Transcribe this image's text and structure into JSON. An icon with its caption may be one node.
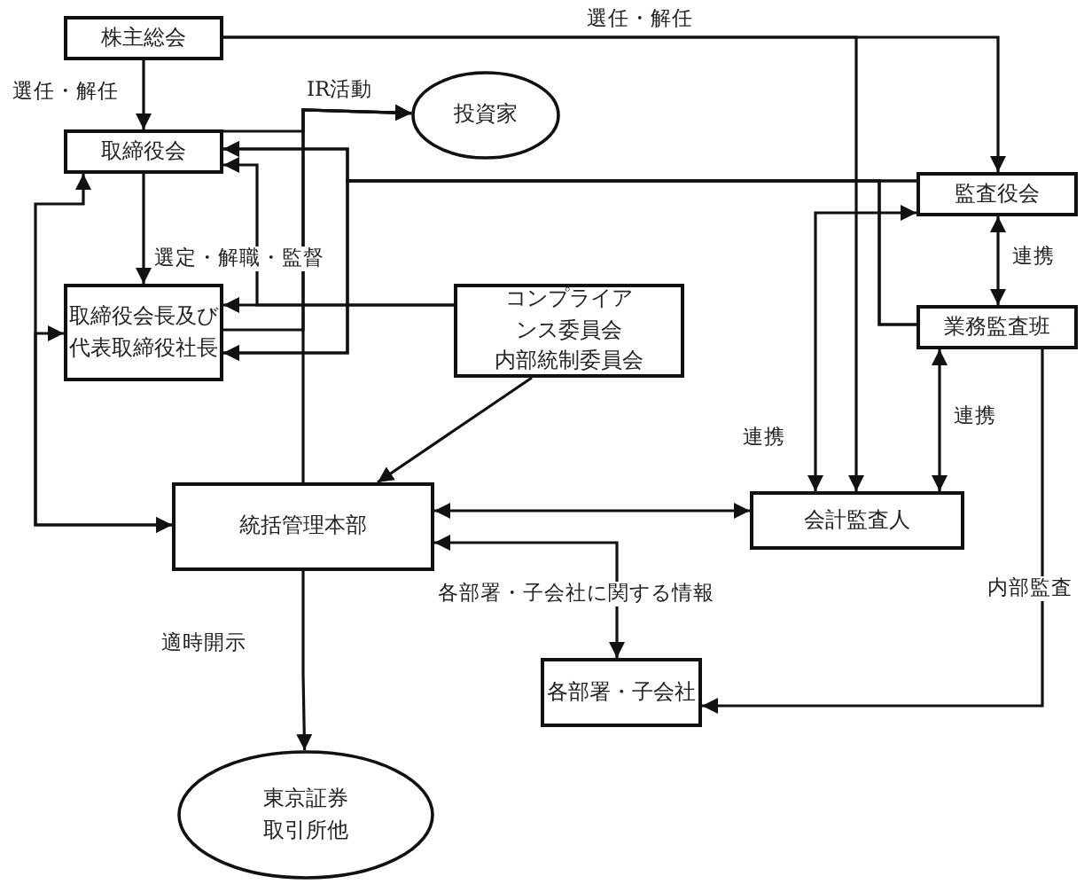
{
  "diagram": {
    "nodes": [
      {
        "text": [
          "株主総会"
        ]
      },
      {
        "text": [
          "投資家"
        ]
      },
      {
        "text": [
          "取締役会"
        ]
      },
      {
        "text": [
          "監査役会"
        ]
      },
      {
        "text": [
          "取締役会長及び代表取締役社長"
        ]
      },
      {
        "text": [
          "コンプライアンス委員会",
          "内部統制委員会"
        ]
      },
      {
        "text": [
          "業務監査班"
        ]
      },
      {
        "text": [
          "統括管理本部"
        ]
      },
      {
        "text": [
          "会計監査人"
        ]
      },
      {
        "text": [
          "各部署・子会社"
        ]
      },
      {
        "text": [
          "東京証券取引所他"
        ]
      }
    ],
    "edges": [
      {
        "from": 0,
        "to": 2,
        "arrow": "to",
        "label": "選任・解任"
      },
      {
        "from": 0,
        "to": 3,
        "arrow": "to",
        "label": "選任・解任"
      },
      {
        "from": 0,
        "to": 8,
        "arrow": "to"
      },
      {
        "from": 7,
        "to": 1,
        "arrow": "to",
        "label": "IR活動"
      },
      {
        "from": 2,
        "to": 1,
        "arrow": "to"
      },
      {
        "from": 4,
        "to": 1,
        "arrow": "to"
      },
      {
        "from": 2,
        "to": 4,
        "arrow": "to",
        "label": "選定・解職・監督"
      },
      {
        "from": 5,
        "to": 2,
        "arrow": "to"
      },
      {
        "from": 5,
        "to": 4,
        "arrow": "to"
      },
      {
        "from": 3,
        "to": 2,
        "arrow": "to"
      },
      {
        "from": 3,
        "to": 4,
        "arrow": "to"
      },
      {
        "from": 6,
        "to": 2,
        "arrow": "to"
      },
      {
        "from": 6,
        "to": 4,
        "arrow": "to"
      },
      {
        "from": 3,
        "to": 8,
        "arrow": "both",
        "label": "連携"
      },
      {
        "from": 6,
        "to": 8,
        "arrow": "both",
        "label": "連携"
      },
      {
        "from": 3,
        "to": 6,
        "arrow": "both",
        "label": "連携"
      },
      {
        "from": 5,
        "to": 7,
        "arrow": "to"
      },
      {
        "from": 7,
        "to": 8,
        "arrow": "both"
      },
      {
        "from": 7,
        "to": 9,
        "arrow": "both",
        "label": "各部署・子会社に関する情報"
      },
      {
        "from": 6,
        "to": 9,
        "arrow": "to",
        "label": "内部監査"
      },
      {
        "from": 7,
        "to": 10,
        "arrow": "to",
        "label": "適時開示"
      },
      {
        "from": 2,
        "to": 7,
        "arrow": "both"
      },
      {
        "from": 4,
        "to": 7,
        "arrow": "both"
      }
    ]
  }
}
